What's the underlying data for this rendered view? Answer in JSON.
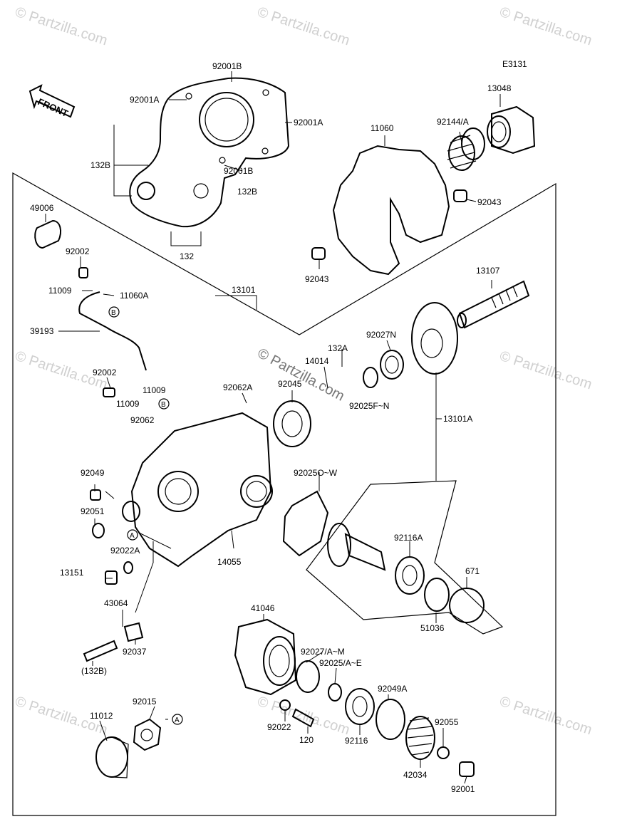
{
  "diagram": {
    "code": "E3131",
    "front_label": "FRONT",
    "watermark": "© Partzilla.com",
    "center_watermark": "© Partzilla.com",
    "callouts": {
      "c_92001B_top": "92001B",
      "c_92001A_l": "92001A",
      "c_92001A_r": "92001A",
      "c_132B_l": "132B",
      "c_92001B_b": "92001B",
      "c_132B_r": "132B",
      "c_132": "132",
      "c_13048": "13048",
      "c_92144A": "92144/A",
      "c_11060": "11060",
      "c_92043_r": "92043",
      "c_92043_l": "92043",
      "c_49006": "49006",
      "c_92002_top": "92002",
      "c_11009_top": "11009",
      "c_11060A": "11060A",
      "c_B1": "B",
      "c_13101": "13101",
      "c_13107": "13107",
      "c_39193": "39193",
      "c_92027N": "92027N",
      "c_132A": "132A",
      "c_14014": "14014",
      "c_92025FN": "92025F~N",
      "c_92002_mid": "92002",
      "c_11009_a": "11009",
      "c_11009_b": "11009",
      "c_92062A": "92062A",
      "c_92045": "92045",
      "c_B2": "B",
      "c_92062": "92062",
      "c_13101A": "13101A",
      "c_92025OW": "92025O~W",
      "c_92049": "92049",
      "c_92051": "92051",
      "c_A1": "A",
      "c_92022A": "92022A",
      "c_14055": "14055",
      "c_92116A": "92116A",
      "c_671": "671",
      "c_13151": "13151",
      "c_51036": "51036",
      "c_43064": "43064",
      "c_41046": "41046",
      "c_92037": "92037",
      "c_132B_paren": "(132B)",
      "c_92027AM": "92027/A~M",
      "c_92025AE": "92025/A~E",
      "c_92049A": "92049A",
      "c_92015": "92015",
      "c_A2": "A",
      "c_11012": "11012",
      "c_92055": "92055",
      "c_92022": "92022",
      "c_120": "120",
      "c_92116": "92116",
      "c_42034": "42034",
      "c_92001": "92001"
    }
  }
}
